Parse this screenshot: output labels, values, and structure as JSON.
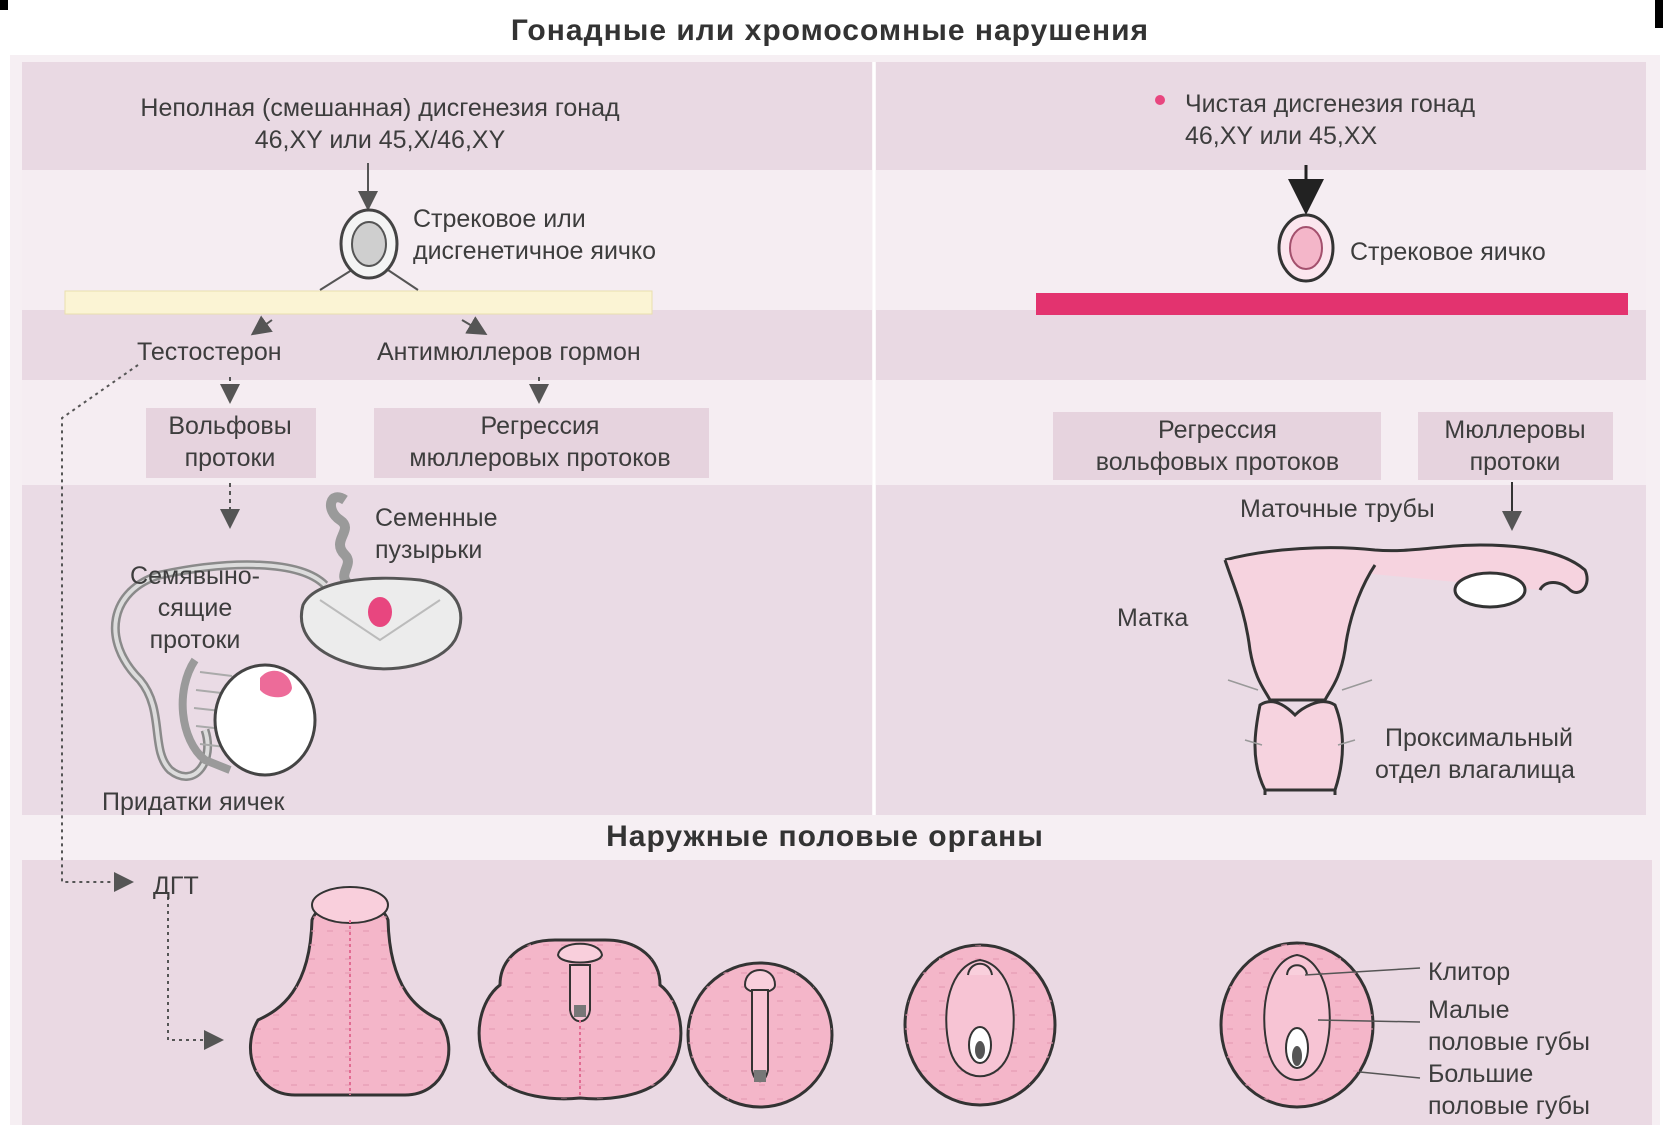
{
  "title": "Гонадные или хромосомные нарушения",
  "left": {
    "condition_line1": "Неполная (смешанная) дисгенезия гонад",
    "condition_line2": "46,XY или 45,X/46,XY",
    "gonad_line1": "Стрековое или",
    "gonad_line2": "дисгенетичное яичко",
    "hormone_testosterone": "Тестостерон",
    "hormone_amh": "Антимюллеров гормон",
    "wolffian_line1": "Вольфовы",
    "wolffian_line2": "протоки",
    "mullerian_regression_line1": "Регрессия",
    "mullerian_regression_line2": "мюллеровых протоков",
    "seminal_line1": "Семенные",
    "seminal_line2": "пузырьки",
    "vas_line1": "Семявыно-",
    "vas_line2": "сящие",
    "vas_line3": "протоки",
    "epididymis": "Придатки яичек"
  },
  "right": {
    "condition_line1": "Чистая дисгенезия гонад",
    "condition_line2": "46,XY или 45,XX",
    "gonad": "Стрековое яичко",
    "wolffian_regression_line1": "Регрессия",
    "wolffian_regression_line2": "вольфовых протоков",
    "mullerian_line1": "Мюллеровы",
    "mullerian_line2": "протоки",
    "tubes": "Маточные трубы",
    "uterus": "Матка",
    "vagina_line1": "Проксимальный",
    "vagina_line2": "отдел влагалища"
  },
  "external": {
    "title": "Наружные половые органы",
    "dht": "ДГТ",
    "clitoris": "Клитор",
    "labia_minora_line1": "Малые",
    "labia_minora_line2": "половые губы",
    "labia_majora_line1": "Большие",
    "labia_majora_line2": "половые губы"
  },
  "colors": {
    "band_dark": "#e8d8e2",
    "band_light": "#f4ecf1",
    "male_bar": "#fbf4d4",
    "female_bar": "#e3336f",
    "organ_pink": "#f4b6c9",
    "accent_pink": "#e8467f"
  }
}
